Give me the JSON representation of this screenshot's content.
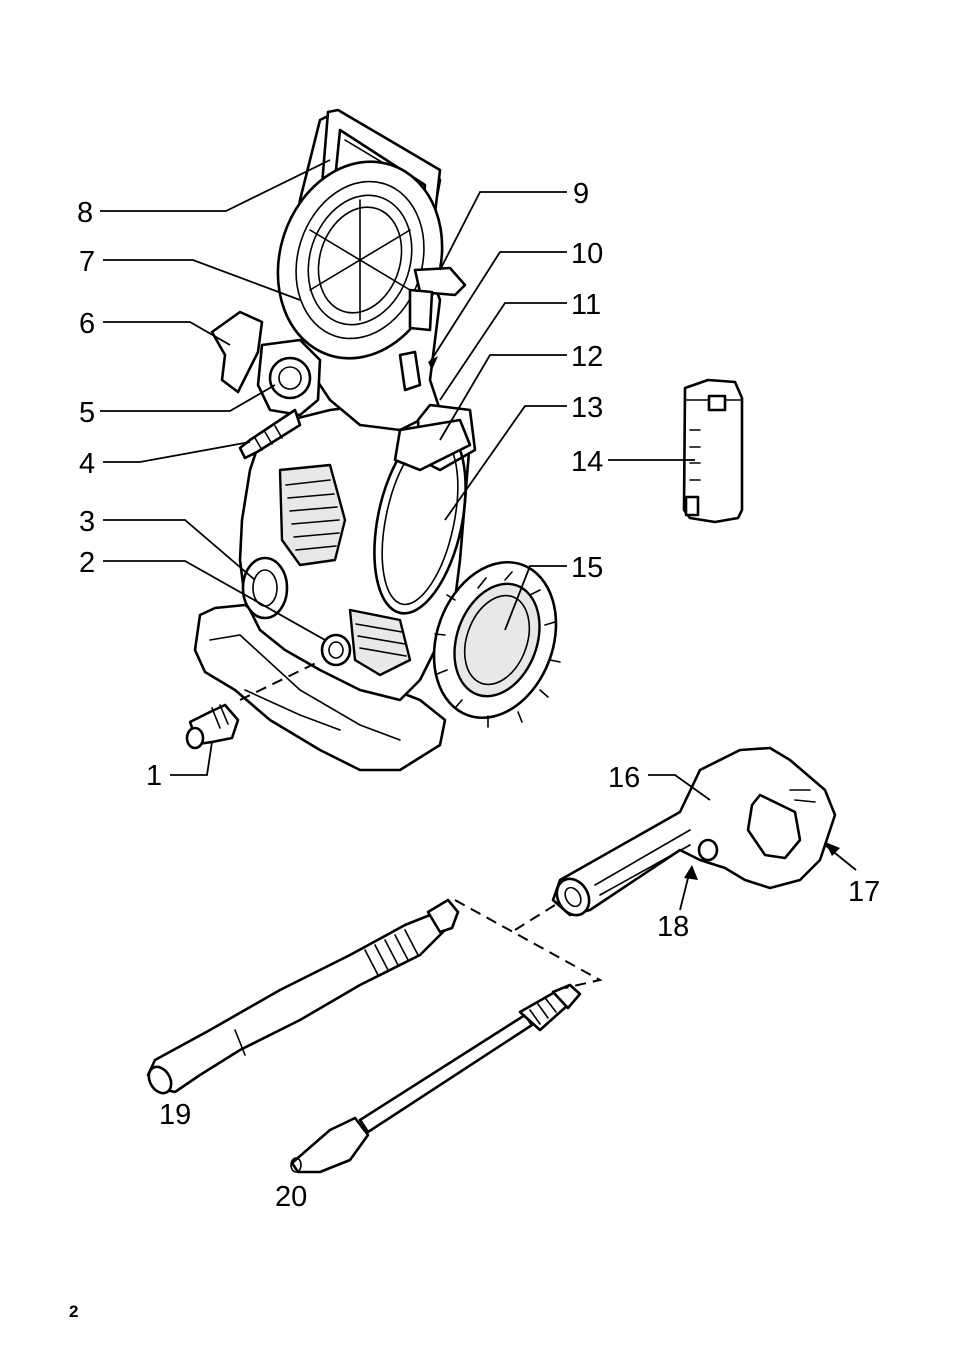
{
  "page": {
    "number": "2"
  },
  "callouts": [
    "1",
    "2",
    "3",
    "4",
    "5",
    "6",
    "7",
    "8",
    "9",
    "10",
    "11",
    "12",
    "13",
    "14",
    "15",
    "16",
    "17",
    "18",
    "19",
    "20"
  ]
}
